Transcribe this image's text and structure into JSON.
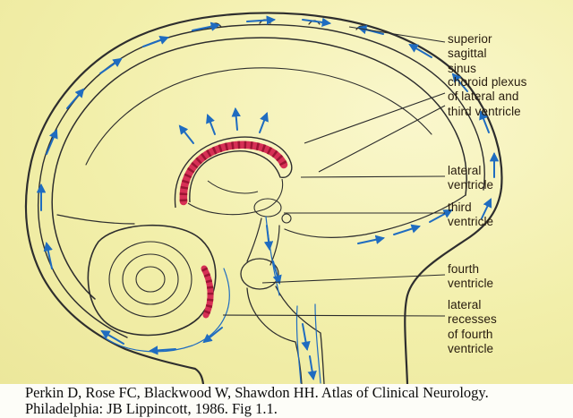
{
  "diagram": {
    "title_semantic": "Sagittal section of brain showing cerebrospinal fluid circulation",
    "labels": [
      {
        "id": "superior-sagittal-sinus",
        "text": "superior sagittal sinus"
      },
      {
        "id": "choroid-plexus",
        "text": "choroid plexus of lateral and third ventricle"
      },
      {
        "id": "lateral-ventricle",
        "text": "lateral ventricle"
      },
      {
        "id": "third-ventricle",
        "text": "third ventricle"
      },
      {
        "id": "fourth-ventricle",
        "text": "fourth ventricle"
      },
      {
        "id": "lateral-recesses",
        "text": "lateral recesses of fourth ventricle"
      }
    ],
    "colors": {
      "background_yellow": "#f2efaa",
      "outline_dark": "#2e2e2e",
      "csf_arrow_blue": "#1f6cc0",
      "choroid_plexus_red": "#d63055",
      "label_text": "#271b0e"
    }
  },
  "citation": {
    "line1": "Perkin D, Rose FC, Blackwood W, Shawdon HH. Atlas of Clinical Neurology.",
    "line2": "Philadelphia: JB Lippincott, 1986. Fig 1.1."
  }
}
